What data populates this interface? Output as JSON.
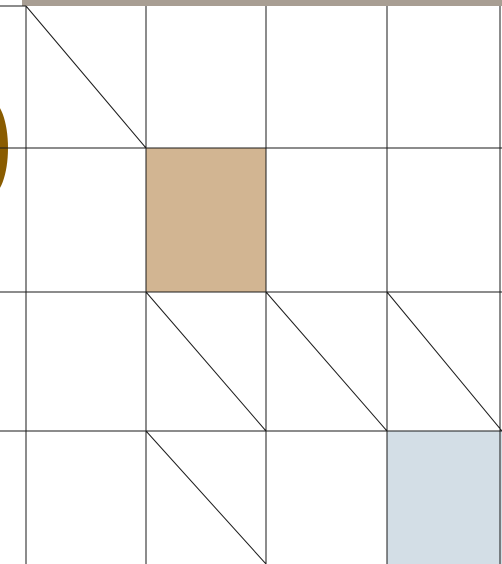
{
  "board": {
    "rows": 4,
    "cols": 4,
    "colors": {
      "tan": "#d2b592",
      "light_blue": "#d3dee6",
      "lines": "#1a1a1a",
      "background": "#ffffff",
      "top_strip": "#a89e93",
      "side_disc": "#8a5c00"
    },
    "filled_cells": [
      {
        "row": 1,
        "col": 1,
        "color_key": "tan"
      },
      {
        "row": 3,
        "col": 3,
        "color_key": "light_blue"
      }
    ],
    "diagonal_cells": [
      {
        "row": 0,
        "col": 0
      },
      {
        "row": 2,
        "col": 1
      },
      {
        "row": 2,
        "col": 2
      },
      {
        "row": 2,
        "col": 3
      },
      {
        "row": 3,
        "col": 1
      }
    ]
  }
}
